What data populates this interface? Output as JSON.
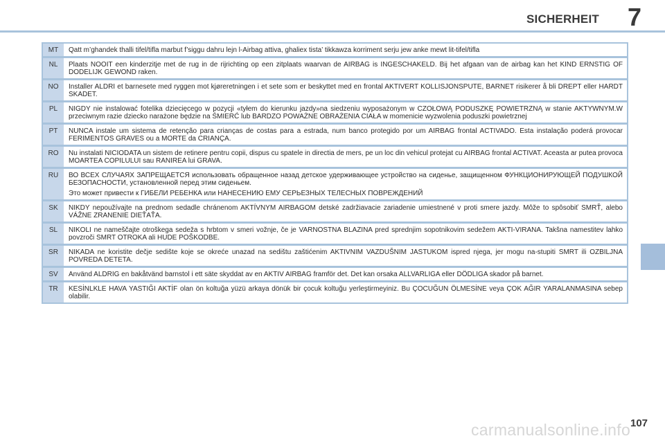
{
  "header": {
    "title": "SICHERHEIT",
    "chapter": "7"
  },
  "rows": [
    {
      "code": "MT",
      "paragraphs": [
        "Qatt m’ghandek thalli tifel/tifla marbut f’siggu dahru lejn l-Airbag attiva, ghaliex tista’ tikkawza korriment serju jew anke mewt lit-tifel/tifla"
      ]
    },
    {
      "code": "NL",
      "paragraphs": [
        "Plaats NOOIT een kinderzitje met de rug in de rijrichting op een zitplaats waarvan de AIRBAG is INGESCHAKELD. Bij het afgaan van de airbag kan het KIND ERNSTIG OF DODELIJK GEWOND raken."
      ]
    },
    {
      "code": "NO",
      "paragraphs": [
        "Installer ALDRI et barnesete med ryggen mot kjøreretningen i et sete som er beskyttet med en frontal AKTIVERT KOLLISJONSPUTE, BARNET risikerer å bli DREPT eller HARDT SKADET."
      ]
    },
    {
      "code": "PL",
      "paragraphs": [
        "NIGDY nie instalować fotelika dziecięcego w pozycji «tyłem do kierunku jazdy»na siedzeniu wyposażonym w CZOŁOWĄ PODUSZKĘ POWIETRZNĄ w stanie AKTYWNYM.W przeciwnym razie dziecko narażone będzie na ŚMIERĆ lub BARDZO POWAŻNE OBRAŻENIA CIAŁA w momenicie wyzwolenia poduszki powietrznej"
      ]
    },
    {
      "code": "PT",
      "paragraphs": [
        "NUNCA instale um sistema de retenção para crianças de costas para a estrada, num banco protegido por um AIRBAG frontal ACTIVADO. Esta instalação poderá provocar FERIMENTOS GRAVES ou a MORTE da CRIANÇA."
      ]
    },
    {
      "code": "RO",
      "paragraphs": [
        "Nu instalati NICIODATA un sistem de retinere pentru copii, dispus cu spatele in directia de mers, pe un loc din vehicul protejat cu AIRBAG frontal ACTIVAT. Aceasta ar putea provoca MOARTEA COPILULUI sau RANIREA lui GRAVA."
      ]
    },
    {
      "code": "RU",
      "paragraphs": [
        "ВО ВСЕХ СЛУЧАЯХ ЗАПРЕЩАЕТСЯ использовать обращенное назад детское удерживающее устройство на сиденье, защищенном ФУНКЦИОНИРУЮЩЕЙ ПОДУШКОЙ БЕЗОПАСНОСТИ, установленной перед этим сиденьем.",
        "Это может привести к ГИБЕЛИ РЕБЕНКА или НАНЕСЕНИЮ ЕМУ СЕРЬЕЗНЫХ ТЕЛЕСНЫХ ПОВРЕЖДЕНИЙ"
      ]
    },
    {
      "code": "SK",
      "paragraphs": [
        "NIKDY nepoužívajte na prednom sedadle chránenom AKTÍVNYM AIRBAGOM detské zadržiavacie zariadenie umiestnené v proti smere jazdy. Môže to spôsobiť SMRŤ, alebo VÁŽNE ZRANENIE DIEŤAŤA."
      ]
    },
    {
      "code": "SL",
      "paragraphs": [
        "NIKOLI ne nameščajte otroškega sedeža s hrbtom v smeri vožnje, če je VARNOSTNA BLAZINA pred sprednjim sopotnikovim sedežem AKTI-VIRANA. Takšna namestitev lahko povzroči SMRT OTROKA ali HUDE POŠKODBE."
      ]
    },
    {
      "code": "SR",
      "paragraphs": [
        "NIKADA ne koristite dečje sedište koje se okreće unazad na sedištu zaštićenim AKTIVNIM VAZDUŠNIM JASTUKOM ispred njega, jer mogu na-stupiti SMRT ili OZBILJNA POVREDA DETETA."
      ]
    },
    {
      "code": "SV",
      "paragraphs": [
        "Använd ALDRIG en bakåtvänd barnstol i ett säte skyddat av en AKTIV AIRBAG framför det. Det kan orsaka ALLVARLIGA eller DÖDLIGA skador på barnet."
      ]
    },
    {
      "code": "TR",
      "paragraphs": [
        "KESİNLKLE HAVA YASTIĞI AKTİF olan ön koltuğa yüzü arkaya dönük bir çocuk koltuğu yerleştirmeyiniz. Bu ÇOCUĞUN ÖLMESİNE veya ÇOK AĞIR YARALANMASINA sebep olabilir."
      ]
    }
  ],
  "footer": {
    "page_number": "107",
    "watermark": "carmanualsonline.info"
  },
  "colors": {
    "accent": "#a8c3dc",
    "code_cell": "#c7d7ea",
    "side_tab": "#a4bedb"
  }
}
